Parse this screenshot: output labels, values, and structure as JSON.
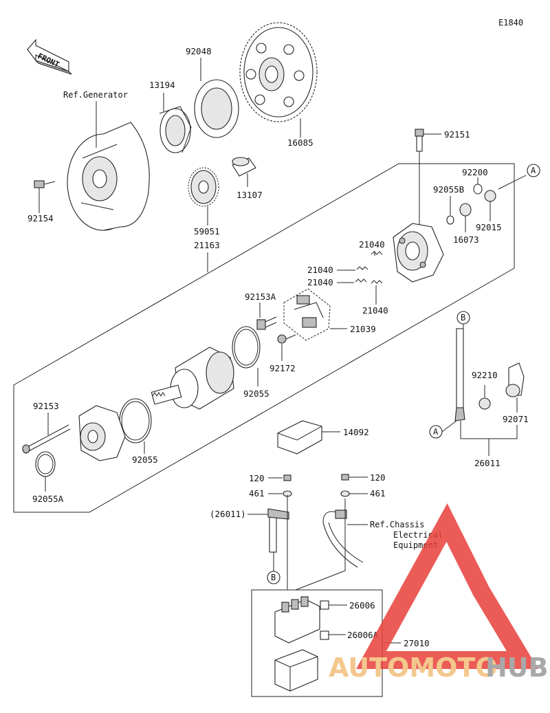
{
  "diagram_code": "E1840",
  "front_label": "FRONT",
  "references": {
    "generator": "Ref.Generator",
    "chassis_line1": "Ref.Chassis",
    "chassis_line2": "Electrical",
    "chassis_line3": "Equipment"
  },
  "callouts": {
    "A": "A",
    "B": "B"
  },
  "parts": {
    "p92048": "92048",
    "p13194": "13194",
    "p16085": "16085",
    "p92154": "92154",
    "p13107": "13107",
    "p59051": "59051",
    "p21163": "21163",
    "p92151": "92151",
    "p92200": "92200",
    "p92055B": "92055B",
    "p92015": "92015",
    "p16073": "16073",
    "p21040a": "21040",
    "p21040b": "21040",
    "p21040c": "21040",
    "p21040d": "21040",
    "p92153A": "92153A",
    "p21039": "21039",
    "p92172": "92172",
    "p92055a": "92055",
    "p92055b": "92055",
    "p92153": "92153",
    "p92055A": "92055A",
    "p92210": "92210",
    "p92071": "92071",
    "p26011": "26011",
    "p14092": "14092",
    "p120a": "120",
    "p120b": "120",
    "p461a": "461",
    "p461b": "461",
    "p26011ref": "(26011)",
    "p26006": "26006",
    "p26006A": "26006A",
    "p27010": "27010"
  },
  "watermark": {
    "word1": "AUTOMOTO",
    "word2": "HUB",
    "color_auto": "#f1be7a",
    "color_hub": "#9a9a9a",
    "color_logo": "#e8403a"
  }
}
